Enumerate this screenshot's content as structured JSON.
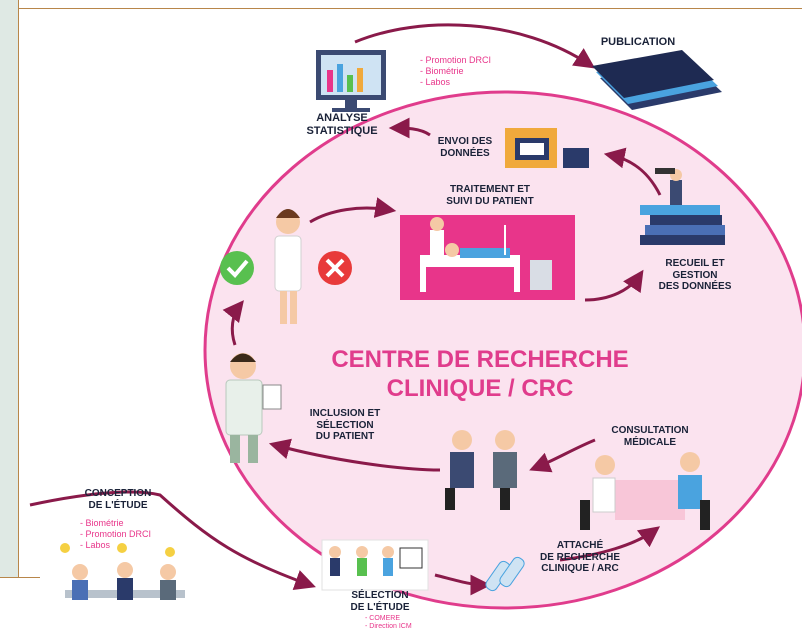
{
  "center": {
    "line1": "CENTRE DE RECHERCHE",
    "line2": "CLINIQUE / CRC"
  },
  "steps": {
    "conception": {
      "line1": "CONCEPTION",
      "line2": "DE L'ÉTUDE",
      "items": [
        "- Biométrie",
        "- Promotion DRCI",
        "- Labos"
      ]
    },
    "selection_etude": {
      "line1": "SÉLECTION",
      "line2": "DE L'ÉTUDE",
      "items": [
        "- COMERE",
        "- Direction ICM"
      ]
    },
    "attache": {
      "line1": "ATTACHÉ",
      "line2": "DE RECHERCHE",
      "line3": "CLINIQUE / ARC"
    },
    "consultation": {
      "line1": "CONSULTATION",
      "line2": "MÉDICALE"
    },
    "inclusion": {
      "line1": "INCLUSION ET",
      "line2": "SÉLECTION",
      "line3": "DU PATIENT"
    },
    "traitement": {
      "line1": "TRAITEMENT ET",
      "line2": "SUIVI DU PATIENT"
    },
    "recueil": {
      "line1": "RECUEIL ET",
      "line2": "GESTION",
      "line3": "DES DONNÉES"
    },
    "envoi": {
      "line1": "ENVOI DES",
      "line2": "DONNÉES"
    },
    "analyse": {
      "line1": "ANALYSE",
      "line2": "STATISTIQUE",
      "items": [
        "- Promotion DRCI",
        "- Biométrie",
        "- Labos"
      ]
    },
    "publication": {
      "line1": "PUBLICATION"
    }
  },
  "colors": {
    "circle_fill": "#fbe3ef",
    "circle_stroke": "#e03c8c",
    "arrow": "#8a1a4a",
    "accent_pink": "#e8358a",
    "check_green": "#58c04f",
    "cross_red": "#e83a3a"
  },
  "icons": [
    "check-icon",
    "cross-icon",
    "doctor-icon",
    "patient-bed-icon",
    "monitor-icon",
    "books-icon",
    "folder-icon",
    "meeting-icon",
    "test-tube-icon",
    "lightbulb-icon"
  ]
}
